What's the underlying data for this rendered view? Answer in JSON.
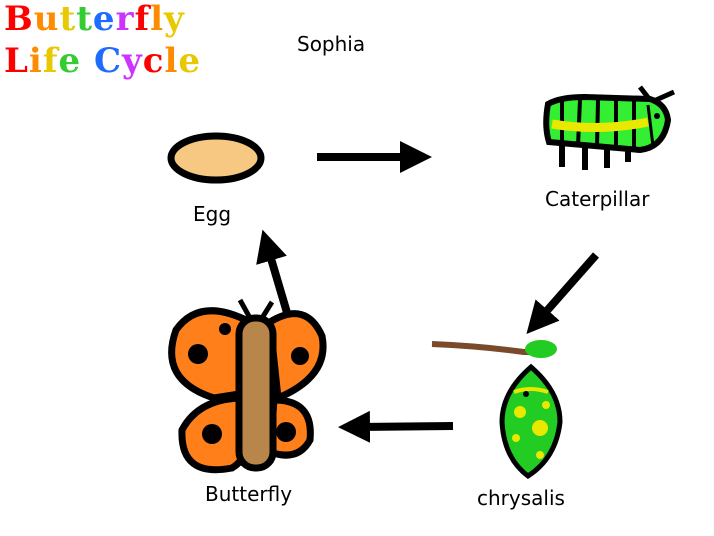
{
  "title": {
    "line1": "Butterfly",
    "line2": "Life Cycle",
    "palette": [
      "#ff0000",
      "#ff8c00",
      "#e8c800",
      "#33cc33",
      "#1e6bff",
      "#cc33ff"
    ]
  },
  "author": "Sophia",
  "stages": {
    "egg": "Egg",
    "caterpillar": "Caterpillar",
    "chrysalis": "chrysalis",
    "butterfly": "Butterfly"
  },
  "colors": {
    "egg_fill": "#f7c882",
    "caterpillar_green": "#33ee33",
    "caterpillar_yellow": "#e8e800",
    "chrysalis_green": "#22cc22",
    "chrysalis_spots": "#e8e800",
    "branch": "#7a4a2a",
    "butterfly_wing": "#ff7f1a",
    "butterfly_body": "#b8864a",
    "arrow": "#000000"
  },
  "icons": [
    "egg-icon",
    "caterpillar-icon",
    "chrysalis-icon",
    "butterfly-icon"
  ]
}
